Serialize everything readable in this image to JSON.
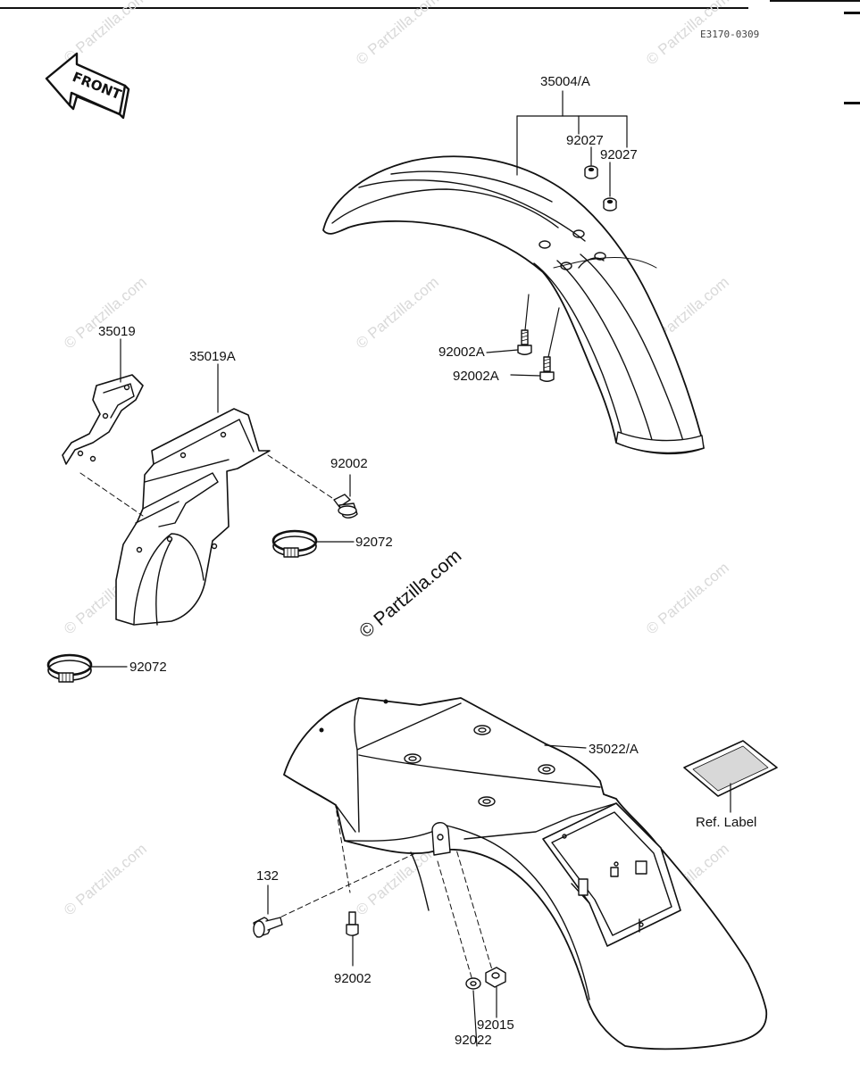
{
  "drawing_code": "E3170-0309",
  "front_label": "FRONT",
  "watermark": {
    "main": "© Partzilla.com",
    "faint": "© Partzilla.com"
  },
  "parts": {
    "front_fender": "35004/A",
    "front_washer_1": "92027",
    "front_washer_2": "92027",
    "front_bolt_1": "92002A",
    "front_bolt_2": "92002A",
    "flap": "35019",
    "flap_bracket": "35019A",
    "flap_bolt": "92002",
    "clamp_upper": "92072",
    "clamp_lower": "92072",
    "rear_fender": "35022/A",
    "ref_label": "Ref. Label",
    "rear_bolt_132": "132",
    "rear_bolt": "92002",
    "rear_nut": "92015",
    "rear_washer": "92022"
  }
}
